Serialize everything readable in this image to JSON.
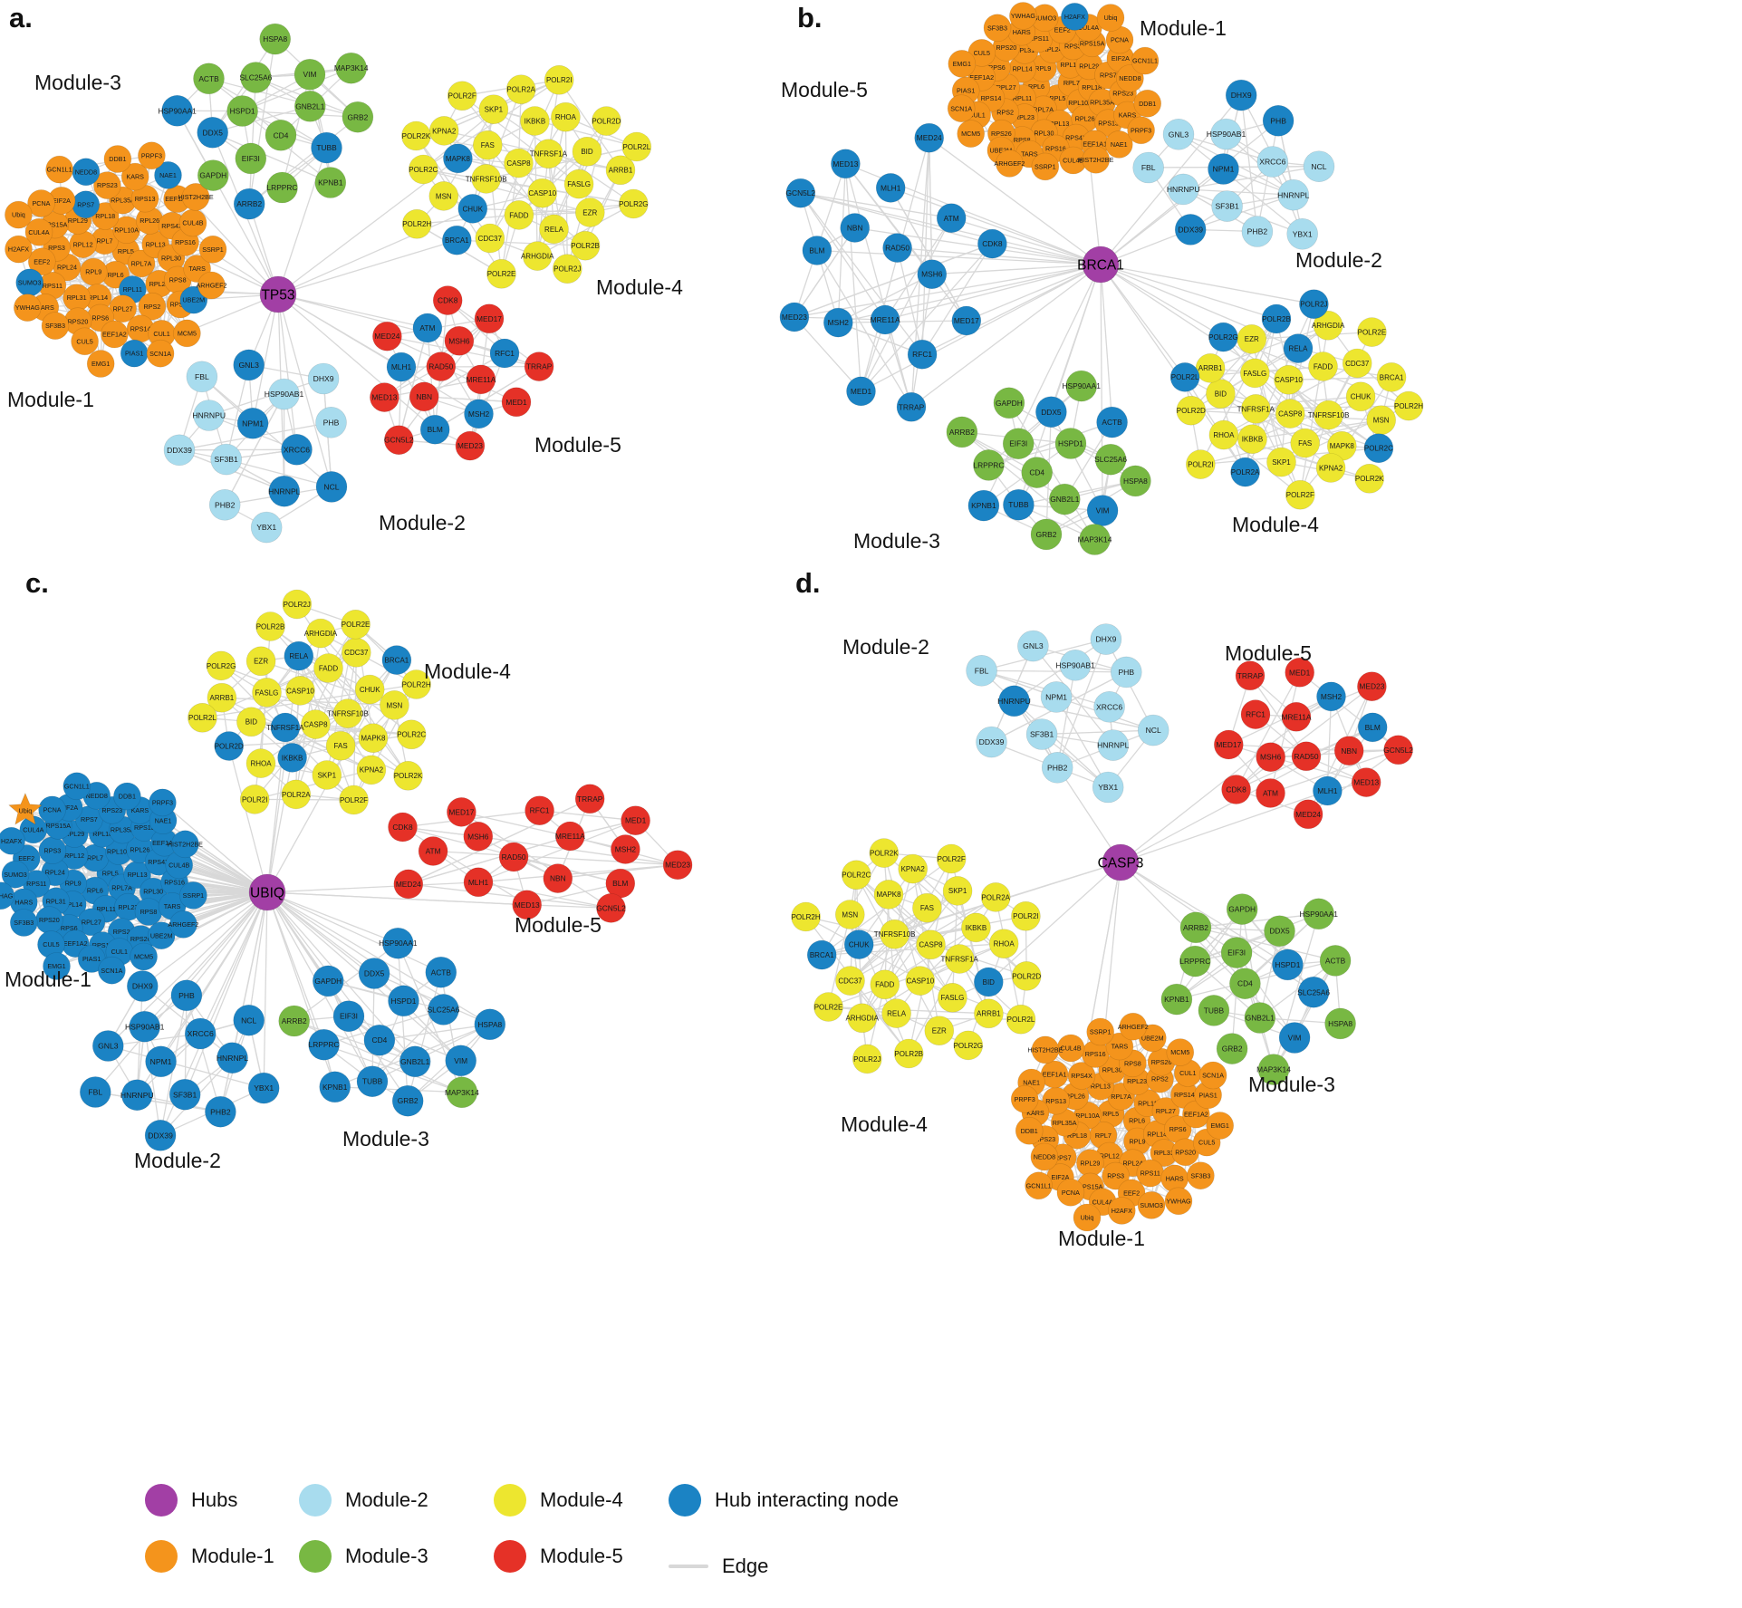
{
  "colors": {
    "hub": "#A23FA5",
    "module1": "#F4941C",
    "module2": "#A8DCEE",
    "module3": "#78B843",
    "module4": "#EDE62F",
    "module5": "#E53127",
    "hub_interacting": "#1B83C4",
    "edge": "#D8D8D8"
  },
  "node_sets": {
    "module1": [
      "RPL5",
      "RPL6",
      "RPL7",
      "RPL7A",
      "RPL9",
      "RPL10A",
      "RPL11",
      "RPL12",
      "RPL13",
      "RPL14",
      "RPL18",
      "RPL23",
      "RPL24",
      "RPL26",
      "RPL27",
      "RPL29",
      "RPL30",
      "RPL31",
      "RPL35A",
      "RPS2",
      "RPS3",
      "RPS4X",
      "RPS6",
      "RPS7",
      "RPS8",
      "RPS11",
      "RPS13",
      "RPS14",
      "RPS15A",
      "RPS16",
      "RPS20",
      "RPS23",
      "RPS26",
      "EEF2",
      "EEF1A1",
      "EEF1A2",
      "EIF2A",
      "TARS",
      "HARS",
      "KARS",
      "CUL1",
      "CUL4A",
      "CUL4B",
      "CUL5",
      "NEDD8",
      "UBE2M",
      "SUMO3",
      "NAE1",
      "PIAS1",
      "PCNA",
      "SSRP1",
      "SF3B3",
      "DDB1",
      "MCM5",
      "H2AFX",
      "HIST2H2BE",
      "EMG1",
      "GCN1L1",
      "ARHGEF2",
      "YWHAG",
      "PRPF3",
      "SCN1A",
      "Ubiq"
    ],
    "module2": [
      "NPM1",
      "XRCC6",
      "SF3B1",
      "HSP90AB1",
      "HNRNPL",
      "HNRNPU",
      "PHB",
      "PHB2",
      "GNL3",
      "NCL",
      "DDX39",
      "DHX9",
      "YBX1",
      "FBL"
    ],
    "module3": [
      "CD4",
      "HSPD1",
      "GNB2L1",
      "EIF3I",
      "SLC25A6",
      "TUBB",
      "DDX5",
      "VIM",
      "LRPPRC",
      "ACTB",
      "GRB2",
      "GAPDH",
      "HSPA8",
      "KPNB1",
      "HSP90AA1",
      "MAP3K14",
      "ARRB2"
    ],
    "module4": [
      "CASP8",
      "CASP10",
      "TNFRSF10B",
      "TNFRSF1A",
      "FADD",
      "FAS",
      "FASLG",
      "CHUK",
      "IKBKB",
      "RELA",
      "MAPK8",
      "BID",
      "CDC37",
      "SKP1",
      "EZR",
      "MSN",
      "RHOA",
      "ARHGDIA",
      "KPNA2",
      "ARRB1",
      "BRCA1",
      "POLR2A",
      "POLR2B",
      "POLR2C",
      "POLR2D",
      "POLR2E",
      "POLR2F",
      "POLR2G",
      "POLR2H",
      "POLR2I",
      "POLR2J",
      "POLR2K",
      "POLR2L"
    ],
    "module5": [
      "RAD50",
      "MRE11A",
      "NBN",
      "MSH6",
      "MSH2",
      "MLH1",
      "RFC1",
      "BLM",
      "ATM",
      "MED1",
      "MED13",
      "MED17",
      "MED23",
      "MED24",
      "TRRAP",
      "GCN5L2",
      "CDK8"
    ]
  },
  "panels": [
    {
      "letter": "a.",
      "hub": "TP53",
      "modules": [
        {
          "name": "Module-1",
          "set": "module1",
          "hub_nodes": [
            "RPL11",
            "UBE2M",
            "NEDD8",
            "PIAS1",
            "RPS7",
            "NAE1",
            "SUMO3"
          ]
        },
        {
          "name": "Module-2",
          "set": "module2",
          "hub_nodes": [
            "HNRNPL",
            "NPM1",
            "GNL3",
            "NCL",
            "XRCC6"
          ]
        },
        {
          "name": "Module-3",
          "set": "module3",
          "hub_nodes": [
            "TUBB",
            "DDX5",
            "HSP90AA1",
            "ARRB2"
          ]
        },
        {
          "name": "Module-4",
          "set": "module4",
          "hub_nodes": [
            "CHUK",
            "MAPK8",
            "BRCA1"
          ]
        },
        {
          "name": "Module-5",
          "set": "module5",
          "hub_nodes": [
            "MSH2",
            "BLM",
            "ATM",
            "RFC1",
            "MLH1"
          ]
        }
      ]
    },
    {
      "letter": "b.",
      "hub": "BRCA1",
      "modules": [
        {
          "name": "Module-1",
          "set": "module1",
          "hub_nodes": [
            "H2AFX"
          ]
        },
        {
          "name": "Module-2",
          "set": "module2",
          "hub_nodes": [
            "NPM1",
            "DHX9",
            "DDX39",
            "PHB"
          ]
        },
        {
          "name": "Module-3",
          "set": "module3",
          "hub_nodes": [
            "TUBB",
            "VIM",
            "ACTB",
            "KPNB1",
            "DDX5"
          ]
        },
        {
          "name": "Module-4",
          "set": "module4",
          "hub_nodes": [
            "POLR2A",
            "POLR2B",
            "POLR2C",
            "POLR2L",
            "RELA",
            "POLR2G",
            "POLR2J"
          ]
        },
        {
          "name": "Module-5",
          "set": "module5",
          "hub_nodes": "all"
        }
      ]
    },
    {
      "letter": "c.",
      "hub": "UBIQ",
      "modules": [
        {
          "name": "Module-1",
          "set": "module1",
          "hub_nodes": "all",
          "special": {
            "node": "Ubiq",
            "shape": "star",
            "color_key": "module1"
          }
        },
        {
          "name": "Module-2",
          "set": "module2",
          "hub_nodes": "all"
        },
        {
          "name": "Module-3",
          "set": "module3",
          "hub_nodes_except": [
            "ARRB2",
            "MAP3K14"
          ]
        },
        {
          "name": "Module-4",
          "set": "module4",
          "hub_nodes": [
            "BRCA1",
            "IKBKB",
            "RELA",
            "TNFRSF1A",
            "POLR2D"
          ]
        },
        {
          "name": "Module-5",
          "set": "module5",
          "hub_nodes": []
        }
      ]
    },
    {
      "letter": "d.",
      "hub": "CASP3",
      "modules": [
        {
          "name": "Module-1",
          "set": "module1",
          "hub_nodes": []
        },
        {
          "name": "Module-2",
          "set": "module2",
          "hub_nodes": [
            "HNRNPU"
          ]
        },
        {
          "name": "Module-3",
          "set": "module3",
          "hub_nodes": [
            "VIM",
            "SLC25A6",
            "HSPD1"
          ]
        },
        {
          "name": "Module-4",
          "set": "module4",
          "hub_nodes": [
            "BRCA1",
            "BID",
            "CHUK"
          ]
        },
        {
          "name": "Module-5",
          "set": "module5",
          "hub_nodes": [
            "MSH2",
            "BLM",
            "MLH1"
          ]
        }
      ]
    }
  ],
  "legend": {
    "items": [
      {
        "label": "Hubs",
        "color_key": "hub"
      },
      {
        "label": "Module-1",
        "color_key": "module1"
      },
      {
        "label": "Module-2",
        "color_key": "module2"
      },
      {
        "label": "Module-3",
        "color_key": "module3"
      },
      {
        "label": "Module-4",
        "color_key": "module4"
      },
      {
        "label": "Module-5",
        "color_key": "module5"
      },
      {
        "label": "Hub interacting node",
        "color_key": "hub_interacting"
      },
      {
        "label": "Edge",
        "color_key": "edge",
        "shape": "line"
      }
    ]
  }
}
